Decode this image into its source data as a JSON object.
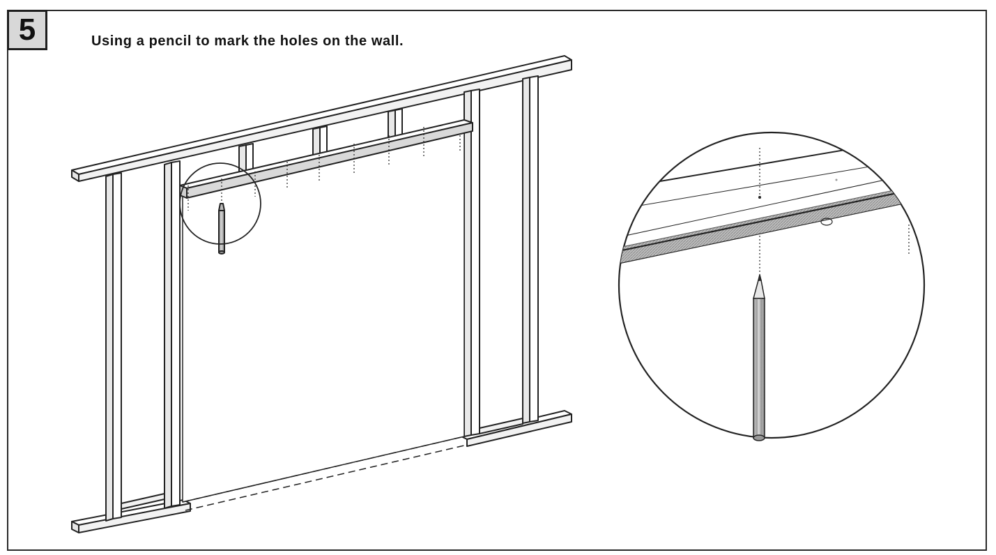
{
  "step": {
    "number": "5",
    "instruction": "Using a pencil to mark the holes on the wall."
  },
  "illustration": {
    "main_view": "wall-frame-with-mounting-bracket",
    "detail_view": "pencil-marking-hole-closeup",
    "tool_icon": "pencil-icon",
    "colors": {
      "line": "#222222",
      "wall_fill": "#ffffff",
      "stud_fill": "#f2f2f2",
      "bracket_fill": "#cfcfcf",
      "badge_fill": "#d8d8d8"
    }
  }
}
